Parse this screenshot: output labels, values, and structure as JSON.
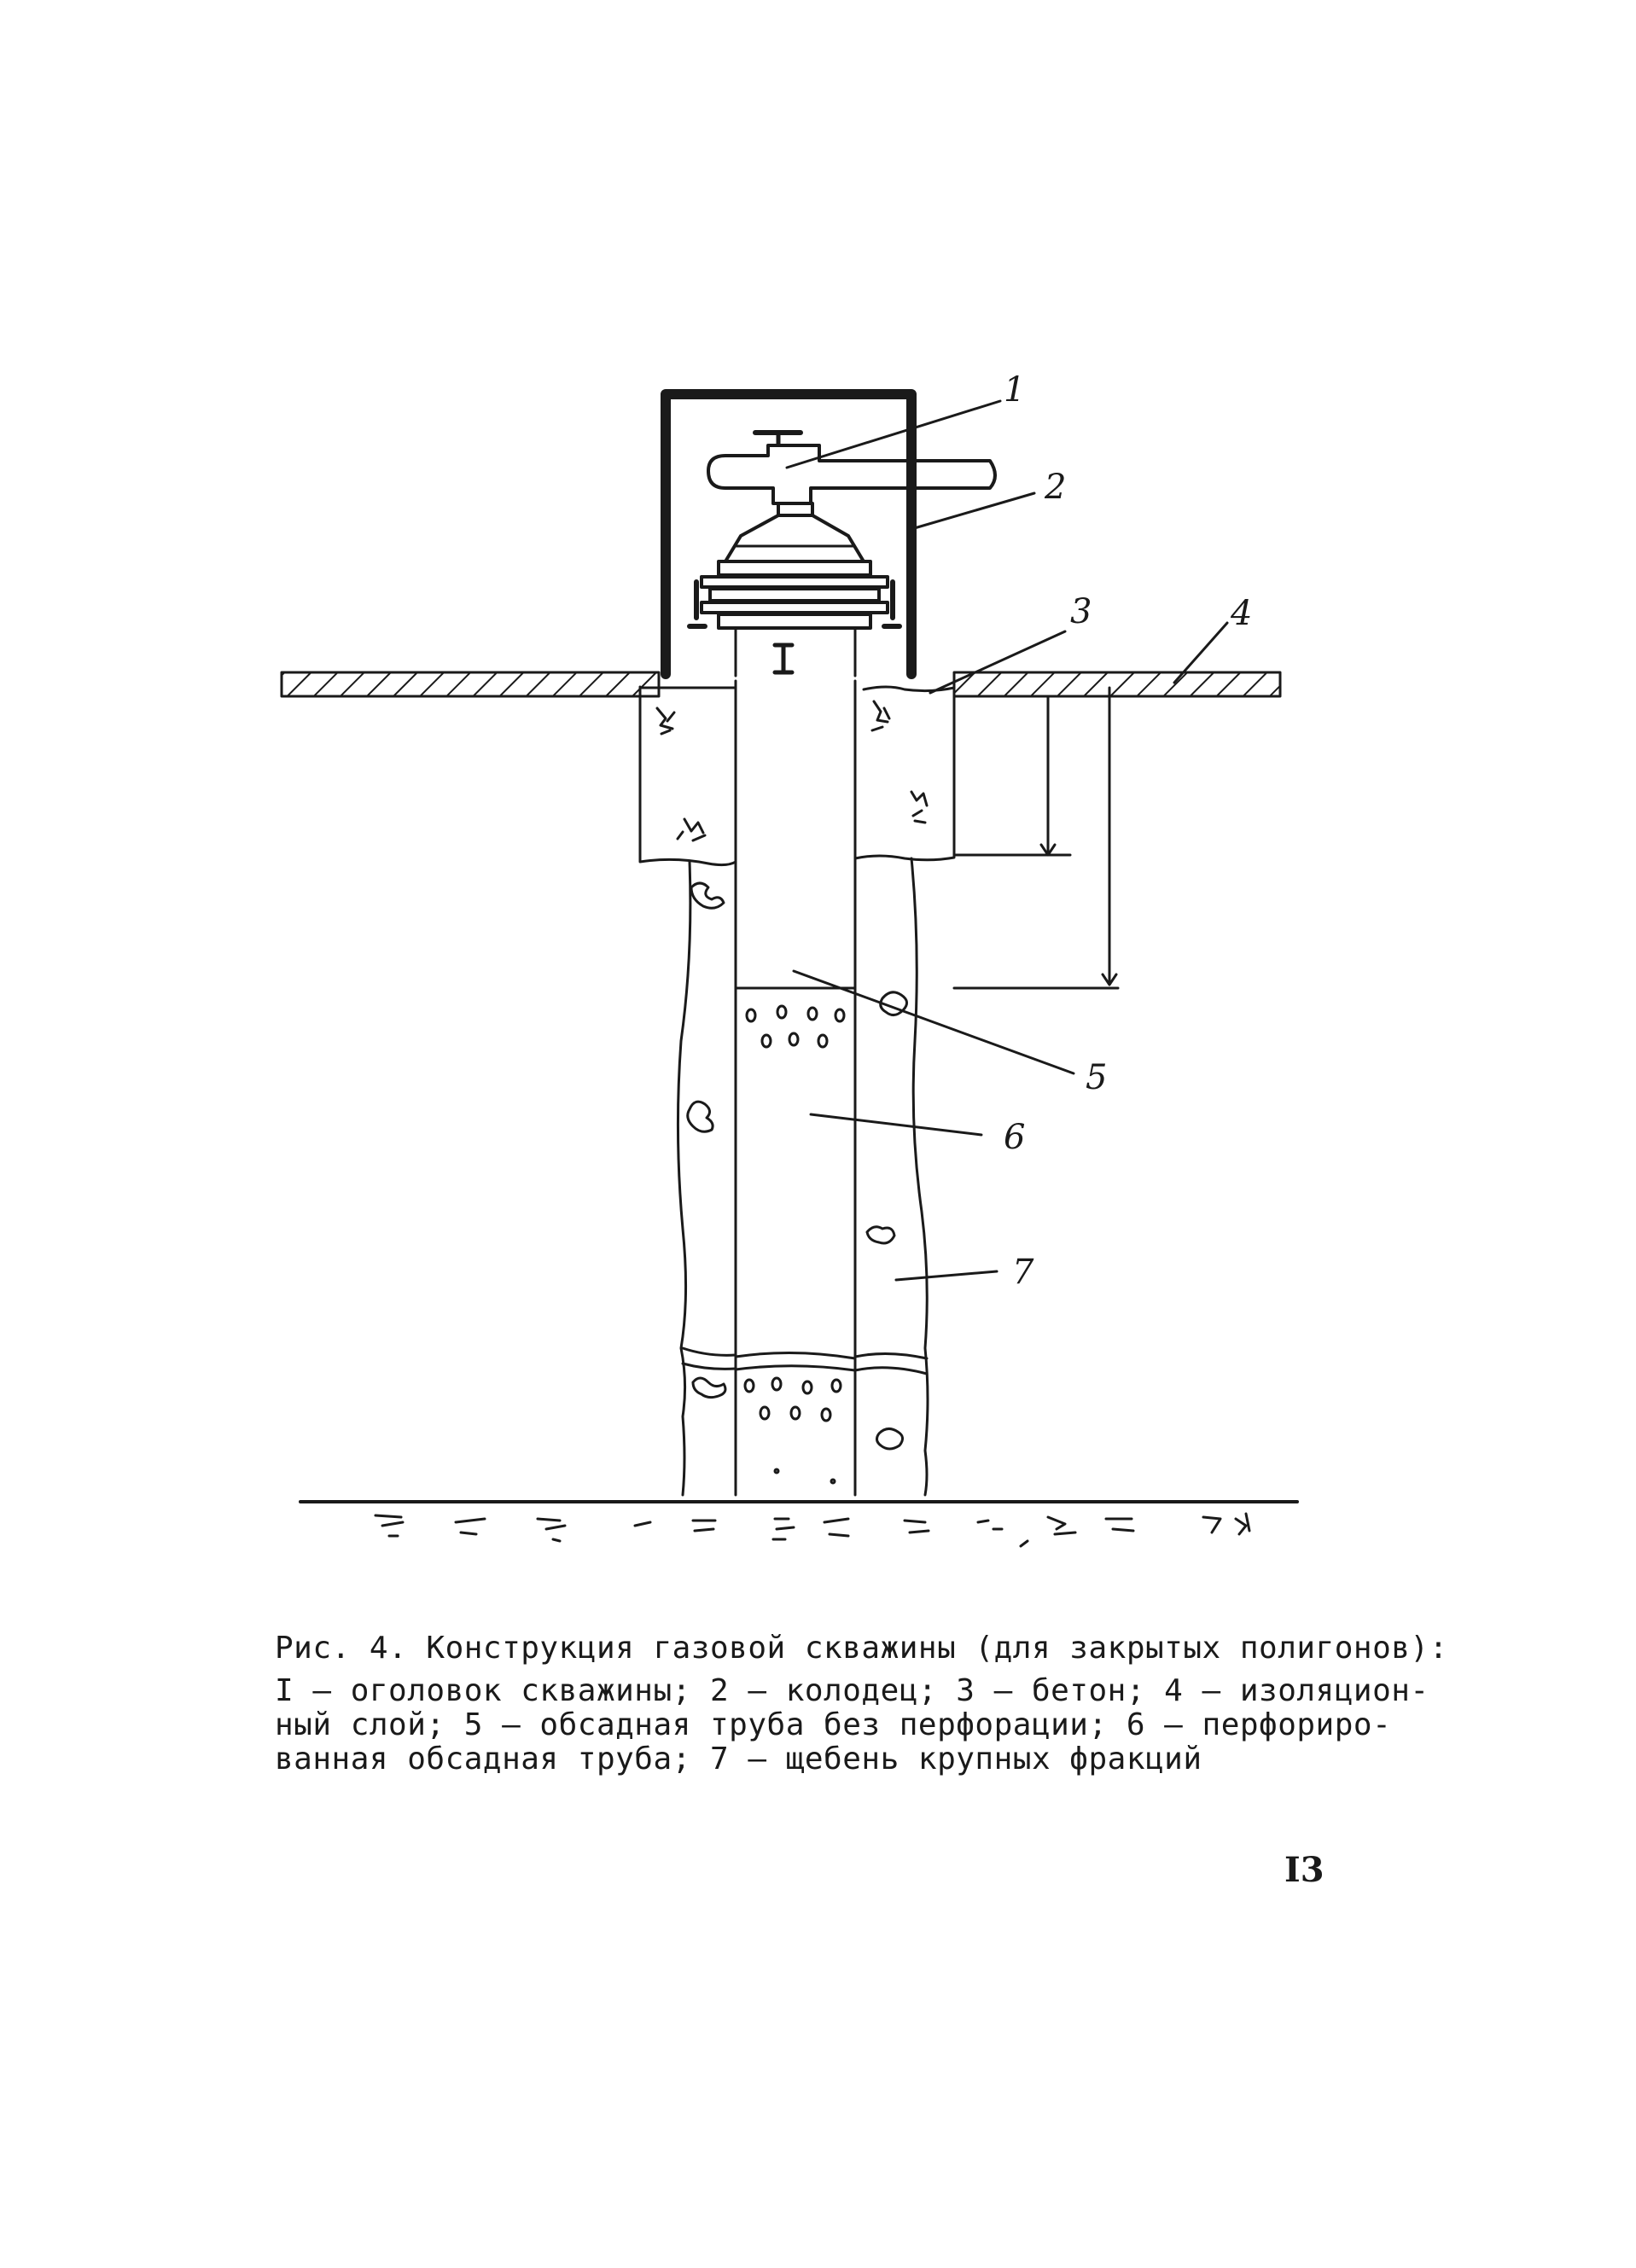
{
  "diagram": {
    "labels": [
      {
        "id": "1",
        "text": "1"
      },
      {
        "id": "2",
        "text": "2"
      },
      {
        "id": "3",
        "text": "3"
      },
      {
        "id": "4",
        "text": "4"
      },
      {
        "id": "5",
        "text": "5"
      },
      {
        "id": "6",
        "text": "6"
      },
      {
        "id": "7",
        "text": "7"
      }
    ]
  },
  "caption": {
    "title": "Рис. 4. Конструкция газовой скважины (для закрытых полигонов):",
    "lines": [
      "I – оголовок скважины; 2 – колодец; 3 – бетон; 4 – изоляцион-",
      "ный слой; 5 – обсадная труба без перфорации; 6 – перфориро-",
      "ванная обсадная труба; 7 – щебень крупных фракций"
    ]
  },
  "page_number": "I3",
  "colors": {
    "ink": "#1a1a1a",
    "paper": "#ffffff"
  }
}
